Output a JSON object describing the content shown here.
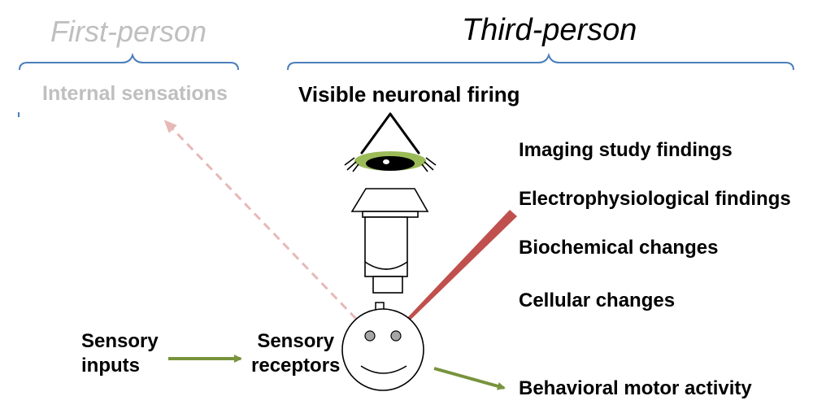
{
  "headers": {
    "first_person": "First-person",
    "third_person": "Third-person"
  },
  "labels": {
    "internal_sensations": "Internal sensations",
    "visible_neuronal_firing": "Visible neuronal firing",
    "imaging_study_findings": "Imaging study findings",
    "electrophysiological_findings": "Electrophysiological findings",
    "biochemical_changes": "Biochemical changes",
    "cellular_changes": "Cellular changes",
    "sensory_inputs_line1": "Sensory",
    "sensory_inputs_line2": "inputs",
    "sensory_receptors_line1": "Sensory",
    "sensory_receptors_line2": "receptors",
    "behavioral_motor_activity": "Behavioral motor activity"
  },
  "colors": {
    "first_person_text": "#bfbfbf",
    "bracket": "#4a7ebb",
    "arrow_green": "#77933c",
    "dashed_pink": "#e6b9b8",
    "wedge_red": "#c0504d",
    "eye_green": "#9bbb59"
  },
  "icons": [
    "eye-icon",
    "microscope-icon",
    "face-icon"
  ]
}
